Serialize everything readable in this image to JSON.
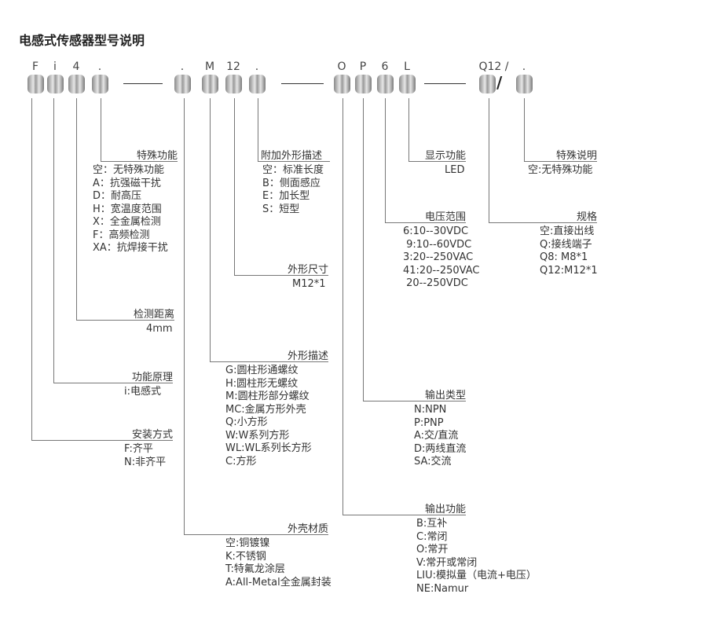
{
  "title": "电感式传感器型号说明",
  "code": {
    "k0": "F",
    "k1": "i",
    "k2": "4",
    "k3": ".",
    "k4": ".",
    "k5": "M",
    "k6": "12",
    "k7": ".",
    "k8": "O",
    "k9": "P",
    "k10": "6",
    "k11": "L",
    "k12": "Q12 /",
    "k13": ".",
    "slash": "/"
  },
  "groups": {
    "special": {
      "label": "特殊功能",
      "items": [
        "空：无特殊功能",
        "A：抗强磁干扰",
        "D：耐高压",
        "H：宽温度范围",
        "X：全金属检测",
        "F：高频检测",
        "XA：抗焊接干扰"
      ]
    },
    "distance": {
      "label": "检测距离",
      "items": [
        "4mm"
      ]
    },
    "principle": {
      "label": "功能原理",
      "items": [
        "i:电感式"
      ]
    },
    "mount": {
      "label": "安装方式",
      "items": [
        "F:齐平",
        "N:非齐平"
      ]
    },
    "extra": {
      "label": "附加外形描述",
      "items": [
        "空：标准长度",
        "B：侧面感应",
        "E：加长型",
        "S：短型"
      ]
    },
    "size": {
      "label": "外形尺寸",
      "items": [
        "M12*1"
      ]
    },
    "shape": {
      "label": "外形描述",
      "items": [
        "G:圆柱形通螺纹",
        "H:圆柱形无螺纹",
        "M:圆柱形部分螺纹",
        "MC:金属方形外壳",
        "Q:小方形",
        "W:W系列方形",
        "WL:WL系列长方形",
        "C:方形"
      ]
    },
    "housing": {
      "label": "外壳材质",
      "items": [
        "空:铜镀镍",
        "K:不锈钢",
        "T:特氟龙涂层",
        "A:All-Metal全金属封装"
      ]
    },
    "display": {
      "label": "显示功能",
      "items": [
        "LED"
      ]
    },
    "voltage": {
      "label": "电压范围",
      "items": [
        "6:10--30VDC",
        " 9:10--60VDC",
        "3:20--250VAC",
        "41:20--250VAC",
        " 20--250VDC"
      ]
    },
    "outtype": {
      "label": "输出类型",
      "items": [
        "N:NPN",
        "P:PNP",
        "A:交/直流",
        "D:两线直流",
        "SA:交流"
      ]
    },
    "outfunc": {
      "label": "输出功能",
      "items": [
        "B:互补",
        "C:常闭",
        "O:常开",
        "V:常开或常闭",
        "LIU:模拟量（电流+电压）",
        "NE:Namur"
      ]
    },
    "note": {
      "label": "特殊说明",
      "items": [
        "空:无特殊功能"
      ]
    },
    "spec": {
      "label": "规格",
      "items": [
        "空:直接出线",
        "Q:接线端子",
        "Q8: M8*1",
        "Q12:M12*1"
      ]
    }
  }
}
